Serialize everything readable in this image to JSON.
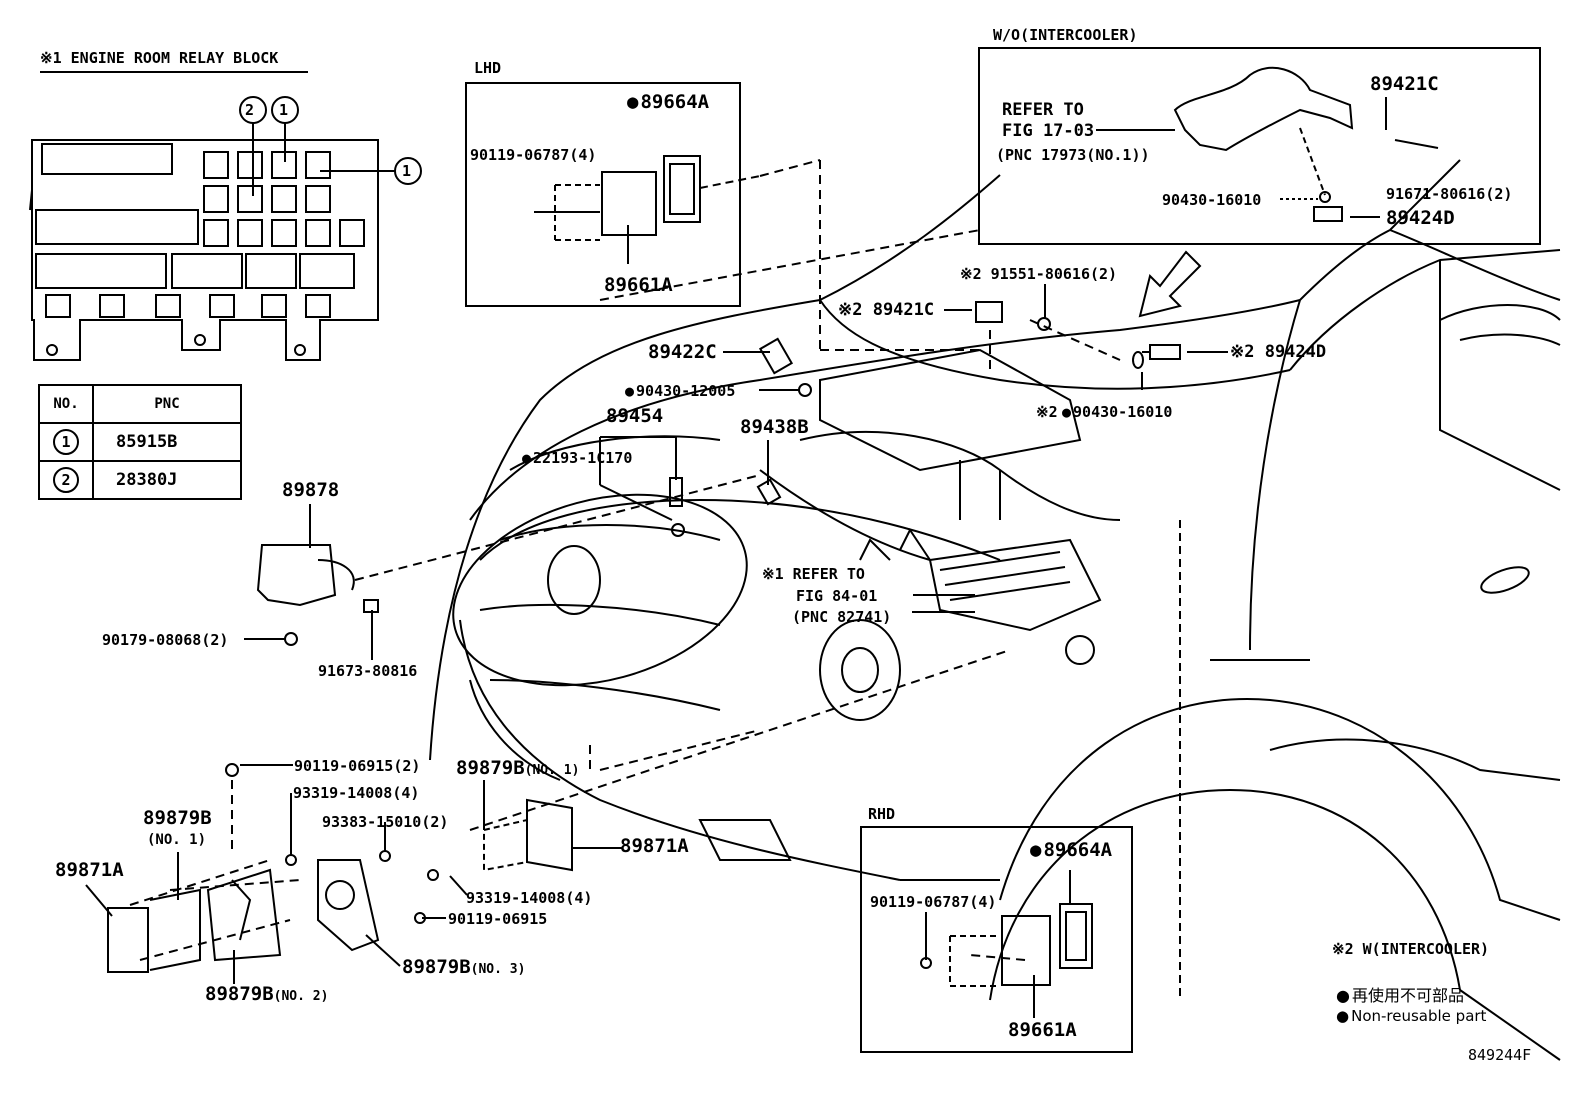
{
  "relay_block": {
    "title": "※1 ENGINE ROOM RELAY BLOCK",
    "callout_1": "1",
    "callout_2": "2",
    "table": {
      "headers": [
        "NO.",
        "PNC"
      ],
      "rows": [
        {
          "no": "1",
          "pnc": "85915B"
        },
        {
          "no": "2",
          "pnc": "28380J"
        }
      ]
    }
  },
  "lhd": {
    "title": "LHD",
    "parts": [
      "89664A",
      "90119-06787(4)",
      "89661A"
    ]
  },
  "rhd": {
    "title": "RHD",
    "parts": [
      "89664A",
      "90119-06787(4)",
      "89661A"
    ]
  },
  "wo_intercooler": {
    "title": "W/O(INTERCOOLER)",
    "refer_1": "REFER TO",
    "refer_2": "FIG 17-03",
    "refer_3": "(PNC 17973(NO.1))",
    "parts": [
      "89421C",
      "91671-80616(2)",
      "90430-16010",
      "89424D"
    ]
  },
  "main_parts": {
    "p91551": "※2 91551-80616(2)",
    "p89421C": "※2 89421C",
    "p89424D": "※2 89424D",
    "p89422C": "89422C",
    "p90430_12005": "90430-12005",
    "p90430_16010": "※2",
    "p90430_16010_num": "90430-16010",
    "p89454": "89454",
    "p22193": "22193-1C170",
    "p89438B": "89438B",
    "refer_1": "※1 REFER TO",
    "refer_2": "FIG 84-01",
    "refer_3": "(PNC 82741)",
    "p89878": "89878",
    "p90179": "90179-08068(2)",
    "p91673": "91673-80816"
  },
  "lower_parts": {
    "p90119_06915_2": "90119-06915(2)",
    "p93319_a": "93319-14008(4)",
    "p93383": "93383-15010(2)",
    "p89879B_no1_right": "89879B",
    "p89879B_no1_right_suffix": "(NO. 1)",
    "p89871A_right": "89871A",
    "p93319_b": "93319-14008(4)",
    "p90119_06915": "90119-06915",
    "p89879B_no3": "89879B",
    "p89879B_no3_suffix": "(NO. 3)",
    "p89879B_no1_left": "89879B",
    "p89879B_no1_left_suffix": "(NO. 1)",
    "p89871A_left": "89871A",
    "p89879B_no2": "89879B",
    "p89879B_no2_suffix": "(NO. 2)"
  },
  "legend": {
    "note2": "※2  W(INTERCOOLER)",
    "jp": "再使用不可部品",
    "en": "Non-reusable part"
  },
  "figure_id": "849244F"
}
